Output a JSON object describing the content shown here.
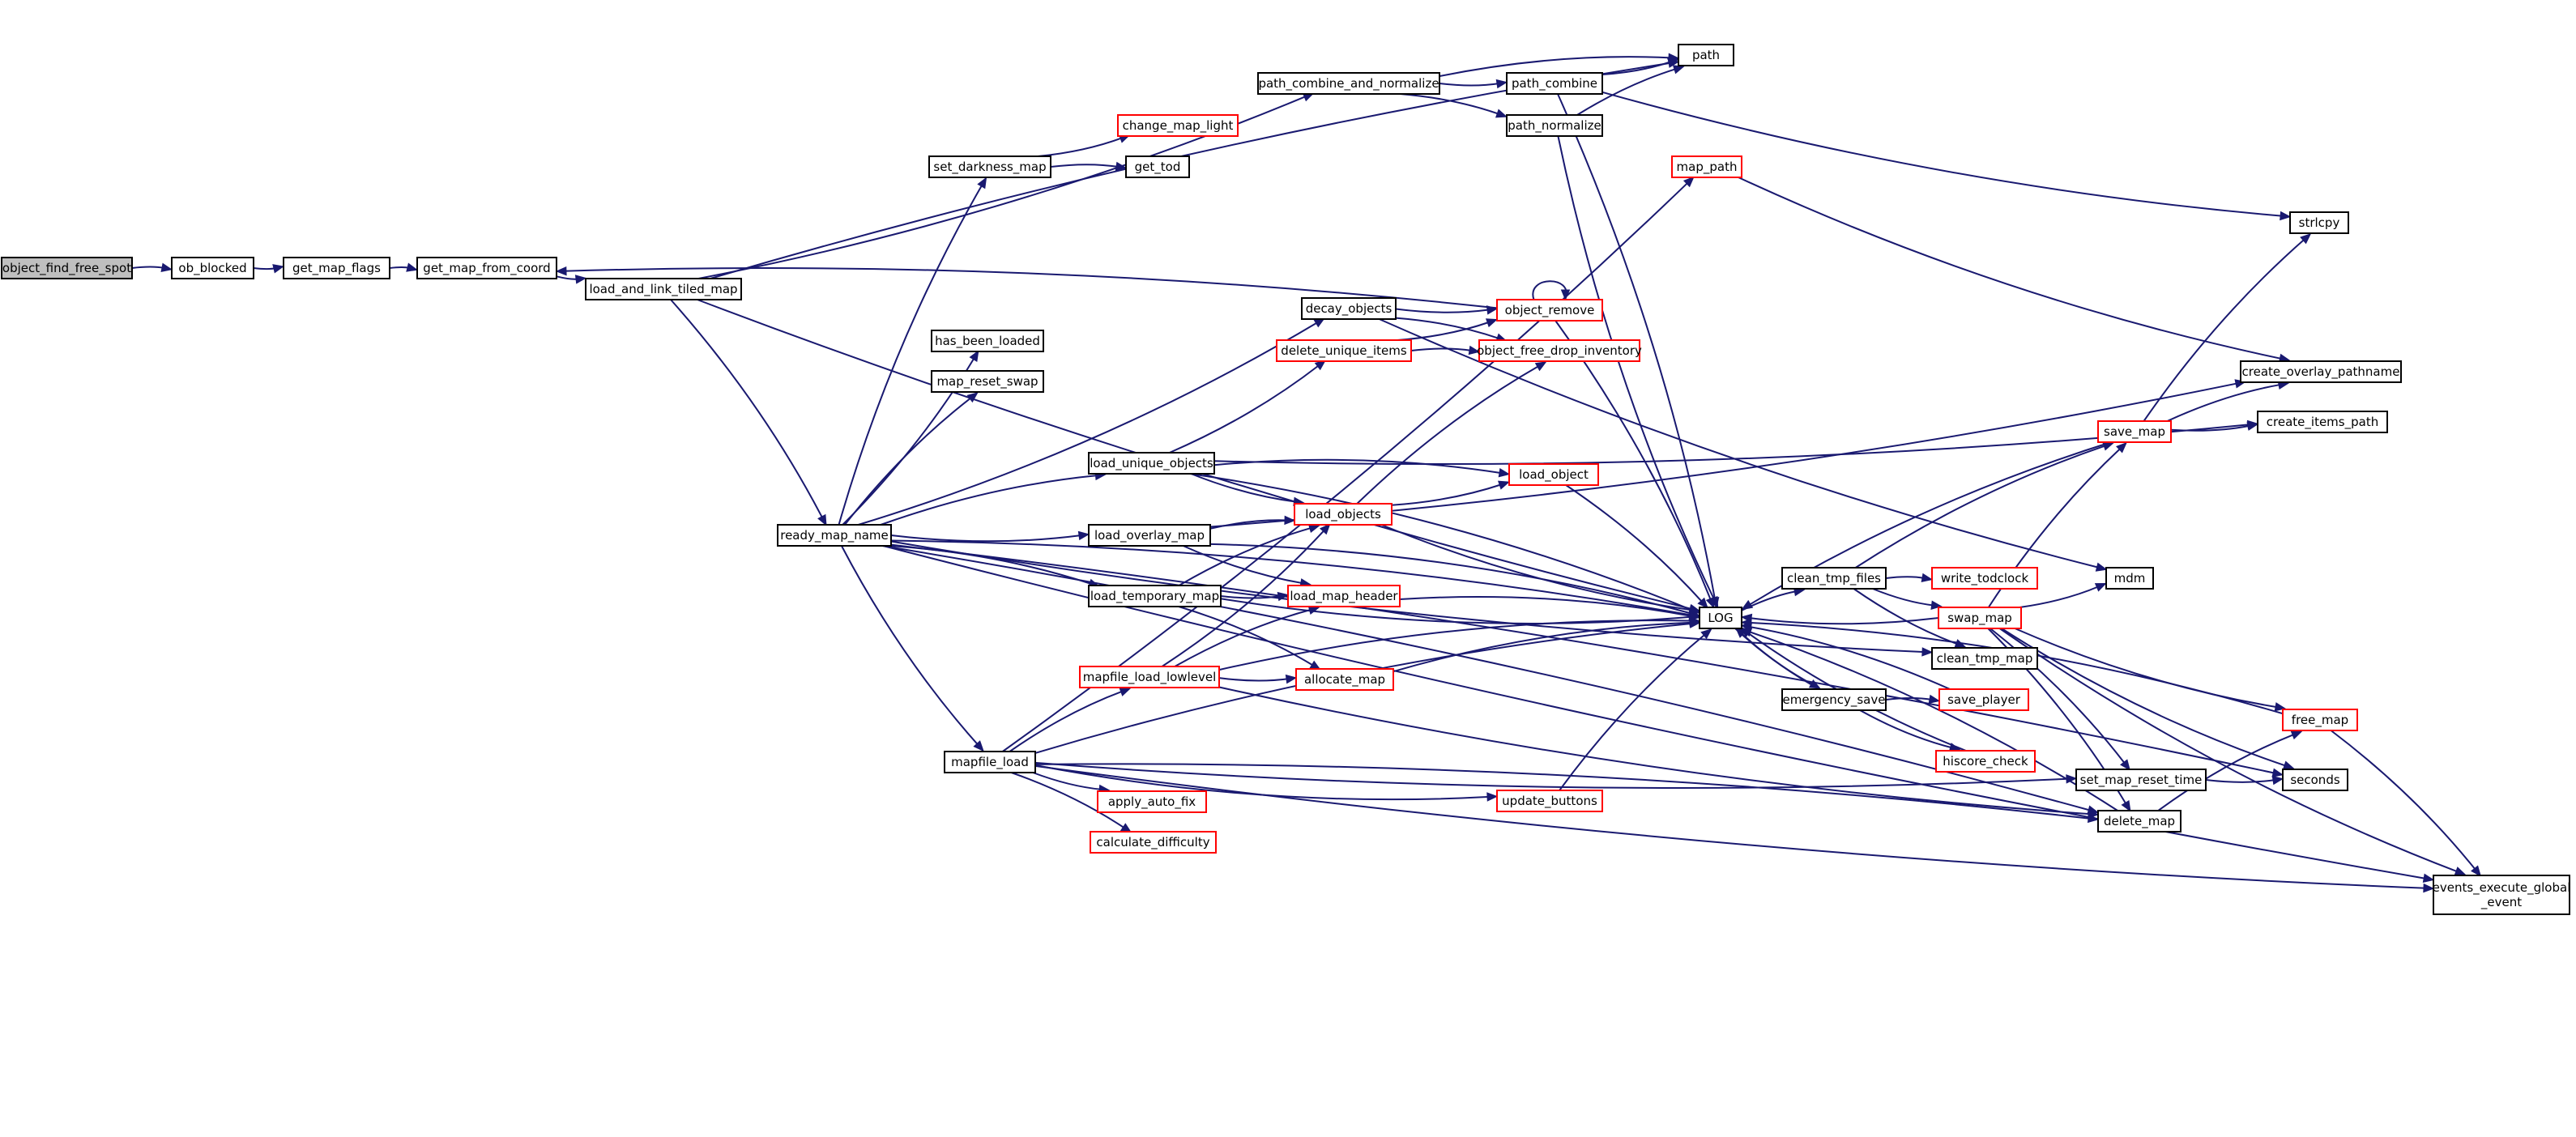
{
  "graph": {
    "root_fill": "#bfbfbf",
    "node_fill": "#ffffff",
    "normal_border": "#000000",
    "truncated_border": "#ff0000",
    "edge_color": "#191970",
    "nodes": [
      {
        "id": "object_find_free_spot",
        "label": "object_find_free_spot",
        "style": "root"
      },
      {
        "id": "ob_blocked",
        "label": "ob_blocked",
        "style": "normal"
      },
      {
        "id": "get_map_flags",
        "label": "get_map_flags",
        "style": "normal"
      },
      {
        "id": "get_map_from_coord",
        "label": "get_map_from_coord",
        "style": "normal"
      },
      {
        "id": "load_and_link_tiled_map",
        "label": "load_and_link_tiled_map",
        "style": "normal"
      },
      {
        "id": "path",
        "label": "path",
        "style": "normal"
      },
      {
        "id": "path_combine_and_normalize",
        "label": "path_combine_and_normalize",
        "style": "normal"
      },
      {
        "id": "path_combine",
        "label": "path_combine",
        "style": "normal"
      },
      {
        "id": "path_normalize",
        "label": "path_normalize",
        "style": "normal"
      },
      {
        "id": "ready_map_name",
        "label": "ready_map_name",
        "style": "normal"
      },
      {
        "id": "LOG",
        "label": "LOG",
        "style": "normal"
      },
      {
        "id": "strlcpy",
        "label": "strlcpy",
        "style": "normal"
      },
      {
        "id": "set_darkness_map",
        "label": "set_darkness_map",
        "style": "normal"
      },
      {
        "id": "change_map_light",
        "label": "change_map_light",
        "style": "truncated"
      },
      {
        "id": "get_tod",
        "label": "get_tod",
        "style": "normal"
      },
      {
        "id": "map_path",
        "label": "map_path",
        "style": "truncated"
      },
      {
        "id": "create_overlay_pathname",
        "label": "create_overlay_pathname",
        "style": "normal"
      },
      {
        "id": "decay_objects",
        "label": "decay_objects",
        "style": "normal"
      },
      {
        "id": "object_remove",
        "label": "object_remove",
        "style": "truncated"
      },
      {
        "id": "object_free_drop_inventory",
        "label": "object_free_drop_inventory",
        "style": "truncated"
      },
      {
        "id": "delete_unique_items",
        "label": "delete_unique_items",
        "style": "truncated"
      },
      {
        "id": "has_been_loaded",
        "label": "has_been_loaded",
        "style": "normal"
      },
      {
        "id": "map_reset_swap",
        "label": "map_reset_swap",
        "style": "normal"
      },
      {
        "id": "load_unique_objects",
        "label": "load_unique_objects",
        "style": "normal"
      },
      {
        "id": "load_object",
        "label": "load_object",
        "style": "truncated"
      },
      {
        "id": "load_objects",
        "label": "load_objects",
        "style": "truncated"
      },
      {
        "id": "load_overlay_map",
        "label": "load_overlay_map",
        "style": "normal"
      },
      {
        "id": "load_temporary_map",
        "label": "load_temporary_map",
        "style": "normal"
      },
      {
        "id": "load_map_header",
        "label": "load_map_header",
        "style": "truncated"
      },
      {
        "id": "mapfile_load_lowlevel",
        "label": "mapfile_load_lowlevel",
        "style": "truncated"
      },
      {
        "id": "allocate_map",
        "label": "allocate_map",
        "style": "truncated"
      },
      {
        "id": "mapfile_load",
        "label": "mapfile_load",
        "style": "normal"
      },
      {
        "id": "apply_auto_fix",
        "label": "apply_auto_fix",
        "style": "truncated"
      },
      {
        "id": "calculate_difficulty",
        "label": "calculate_difficulty",
        "style": "truncated"
      },
      {
        "id": "update_buttons",
        "label": "update_buttons",
        "style": "truncated"
      },
      {
        "id": "save_map",
        "label": "save_map",
        "style": "truncated"
      },
      {
        "id": "create_items_path",
        "label": "create_items_path",
        "style": "normal"
      },
      {
        "id": "clean_tmp_files",
        "label": "clean_tmp_files",
        "style": "normal"
      },
      {
        "id": "write_todclock",
        "label": "write_todclock",
        "style": "truncated"
      },
      {
        "id": "swap_map",
        "label": "swap_map",
        "style": "truncated"
      },
      {
        "id": "mdm",
        "label": "mdm",
        "style": "normal"
      },
      {
        "id": "clean_tmp_map",
        "label": "clean_tmp_map",
        "style": "normal"
      },
      {
        "id": "emergency_save",
        "label": "emergency_save",
        "style": "normal"
      },
      {
        "id": "save_player",
        "label": "save_player",
        "style": "truncated"
      },
      {
        "id": "hiscore_check",
        "label": "hiscore_check",
        "style": "truncated"
      },
      {
        "id": "free_map",
        "label": "free_map",
        "style": "truncated"
      },
      {
        "id": "set_map_reset_time",
        "label": "set_map_reset_time",
        "style": "normal"
      },
      {
        "id": "seconds",
        "label": "seconds",
        "style": "normal"
      },
      {
        "id": "delete_map",
        "label": "delete_map",
        "style": "normal"
      },
      {
        "id": "events_execute_global_event",
        "label": "events_execute_global\n_event",
        "style": "normal"
      }
    ],
    "edges": [
      [
        "object_find_free_spot",
        "ob_blocked"
      ],
      [
        "ob_blocked",
        "get_map_flags"
      ],
      [
        "get_map_flags",
        "get_map_from_coord"
      ],
      [
        "get_map_from_coord",
        "load_and_link_tiled_map"
      ],
      [
        "load_and_link_tiled_map",
        "path"
      ],
      [
        "load_and_link_tiled_map",
        "path_combine_and_normalize"
      ],
      [
        "load_and_link_tiled_map",
        "ready_map_name"
      ],
      [
        "load_and_link_tiled_map",
        "LOG"
      ],
      [
        "path_combine_and_normalize",
        "path"
      ],
      [
        "path_combine_and_normalize",
        "path_combine"
      ],
      [
        "path_combine_and_normalize",
        "path_normalize"
      ],
      [
        "path_combine",
        "path"
      ],
      [
        "path_combine",
        "LOG"
      ],
      [
        "path_combine",
        "strlcpy"
      ],
      [
        "path_normalize",
        "path"
      ],
      [
        "path_normalize",
        "LOG"
      ],
      [
        "ready_map_name",
        "set_darkness_map"
      ],
      [
        "ready_map_name",
        "has_been_loaded"
      ],
      [
        "ready_map_name",
        "map_reset_swap"
      ],
      [
        "ready_map_name",
        "decay_objects"
      ],
      [
        "ready_map_name",
        "load_unique_objects"
      ],
      [
        "ready_map_name",
        "load_overlay_map"
      ],
      [
        "ready_map_name",
        "load_temporary_map"
      ],
      [
        "ready_map_name",
        "mapfile_load"
      ],
      [
        "ready_map_name",
        "LOG"
      ],
      [
        "ready_map_name",
        "clean_tmp_map"
      ],
      [
        "ready_map_name",
        "delete_map"
      ],
      [
        "ready_map_name",
        "events_execute_global_event"
      ],
      [
        "ready_map_name",
        "seconds"
      ],
      [
        "set_darkness_map",
        "change_map_light"
      ],
      [
        "set_darkness_map",
        "get_tod"
      ],
      [
        "decay_objects",
        "object_remove"
      ],
      [
        "decay_objects",
        "object_free_drop_inventory"
      ],
      [
        "decay_objects",
        "mdm"
      ],
      [
        "object_remove",
        "object_remove"
      ],
      [
        "object_remove",
        "get_map_from_coord"
      ],
      [
        "object_remove",
        "LOG"
      ],
      [
        "delete_unique_items",
        "object_remove"
      ],
      [
        "delete_unique_items",
        "object_free_drop_inventory"
      ],
      [
        "load_unique_objects",
        "delete_unique_items"
      ],
      [
        "load_unique_objects",
        "load_object"
      ],
      [
        "load_unique_objects",
        "load_objects"
      ],
      [
        "load_unique_objects",
        "LOG"
      ],
      [
        "load_unique_objects",
        "create_items_path"
      ],
      [
        "load_object",
        "LOG"
      ],
      [
        "load_objects",
        "load_object"
      ],
      [
        "load_objects",
        "object_free_drop_inventory"
      ],
      [
        "load_objects",
        "LOG"
      ],
      [
        "load_overlay_map",
        "load_objects"
      ],
      [
        "load_overlay_map",
        "load_map_header"
      ],
      [
        "load_overlay_map",
        "LOG"
      ],
      [
        "load_overlay_map",
        "create_overlay_pathname"
      ],
      [
        "load_temporary_map",
        "load_objects"
      ],
      [
        "load_temporary_map",
        "load_map_header"
      ],
      [
        "load_temporary_map",
        "allocate_map"
      ],
      [
        "load_temporary_map",
        "LOG"
      ],
      [
        "load_map_header",
        "LOG"
      ],
      [
        "mapfile_load_lowlevel",
        "load_objects"
      ],
      [
        "mapfile_load_lowlevel",
        "load_map_header"
      ],
      [
        "mapfile_load_lowlevel",
        "allocate_map"
      ],
      [
        "mapfile_load_lowlevel",
        "LOG"
      ],
      [
        "mapfile_load_lowlevel",
        "delete_map"
      ],
      [
        "allocate_map",
        "LOG"
      ],
      [
        "mapfile_load",
        "map_path"
      ],
      [
        "mapfile_load",
        "mapfile_load_lowlevel"
      ],
      [
        "mapfile_load",
        "apply_auto_fix"
      ],
      [
        "mapfile_load",
        "calculate_difficulty"
      ],
      [
        "mapfile_load",
        "update_buttons"
      ],
      [
        "mapfile_load",
        "LOG"
      ],
      [
        "mapfile_load",
        "set_map_reset_time"
      ],
      [
        "mapfile_load",
        "delete_map"
      ],
      [
        "mapfile_load",
        "events_execute_global_event"
      ],
      [
        "update_buttons",
        "LOG"
      ],
      [
        "map_path",
        "create_overlay_pathname"
      ],
      [
        "save_map",
        "create_overlay_pathname"
      ],
      [
        "save_map",
        "create_items_path"
      ],
      [
        "save_map",
        "strlcpy"
      ],
      [
        "save_map",
        "LOG"
      ],
      [
        "LOG",
        "clean_tmp_files"
      ],
      [
        "LOG",
        "emergency_save"
      ],
      [
        "clean_tmp_files",
        "write_todclock"
      ],
      [
        "clean_tmp_files",
        "swap_map"
      ],
      [
        "clean_tmp_files",
        "save_map"
      ],
      [
        "clean_tmp_files",
        "clean_tmp_map"
      ],
      [
        "swap_map",
        "save_map"
      ],
      [
        "swap_map",
        "mdm"
      ],
      [
        "swap_map",
        "LOG"
      ],
      [
        "swap_map",
        "free_map"
      ],
      [
        "swap_map",
        "set_map_reset_time"
      ],
      [
        "swap_map",
        "seconds"
      ],
      [
        "swap_map",
        "delete_map"
      ],
      [
        "swap_map",
        "events_execute_global_event"
      ],
      [
        "emergency_save",
        "save_player"
      ],
      [
        "emergency_save",
        "hiscore_check"
      ],
      [
        "emergency_save",
        "LOG"
      ],
      [
        "save_player",
        "LOG"
      ],
      [
        "hiscore_check",
        "LOG"
      ],
      [
        "free_map",
        "LOG"
      ],
      [
        "free_map",
        "events_execute_global_event"
      ],
      [
        "set_map_reset_time",
        "seconds"
      ],
      [
        "delete_map",
        "free_map"
      ],
      [
        "delete_map",
        "LOG"
      ]
    ]
  }
}
